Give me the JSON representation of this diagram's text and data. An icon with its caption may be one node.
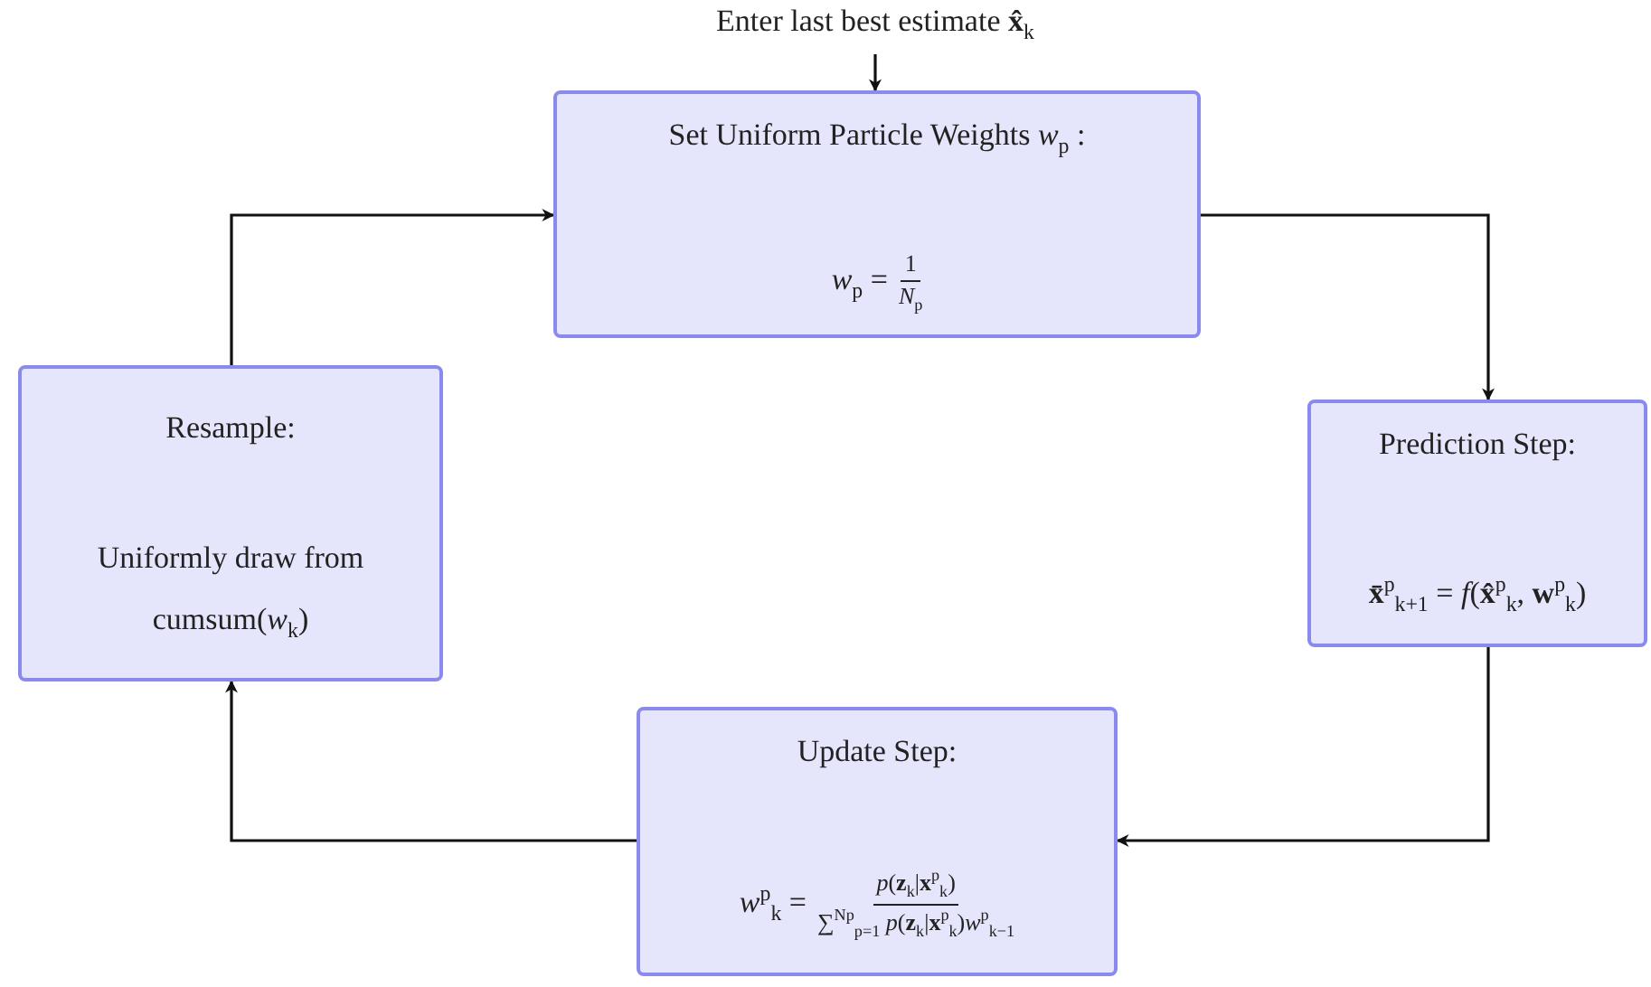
{
  "diagram": {
    "nodes": [
      {
        "text": [
          "Enter last best estimate **x̂**$_{k}$"
        ]
      },
      {
        "text": [
          "Set Uniform Particle Weights *w*$_{p}$ :",
          "*w*$_{p}$ =",
          "1",
          "*N*$_{p}$"
        ]
      },
      {
        "text": [
          "Prediction Step:",
          "**x̄**$^{p}$$_{k+1}$ = *f*(**x̂**$^{p}$$_{k}$, **w**$^{p}$$_{k}$)"
        ]
      },
      {
        "text": [
          "Update Step:",
          "*w*$^{p}$$_{k}$ =",
          "*p*(**z**$_{k}$|**x**$^{p}$$_{k}$)",
          "∑$^{Np}$$_{p=1}$ *p*(**z**$_{k}$|**x**$^{p}$$_{k}$)*w*$^{p}$$_{k−1}$"
        ]
      },
      {
        "text": [
          "Resample:",
          "Uniformly draw from cumsum(*w*$_{k}$)"
        ]
      }
    ],
    "edges": [
      {
        "from": 0,
        "to": 1,
        "arrow": "to"
      },
      {
        "from": 1,
        "to": 2,
        "arrow": "to"
      },
      {
        "from": 2,
        "to": 3,
        "arrow": "to"
      },
      {
        "from": 3,
        "to": 4,
        "arrow": "to"
      },
      {
        "from": 4,
        "to": 1,
        "arrow": "to"
      }
    ]
  }
}
